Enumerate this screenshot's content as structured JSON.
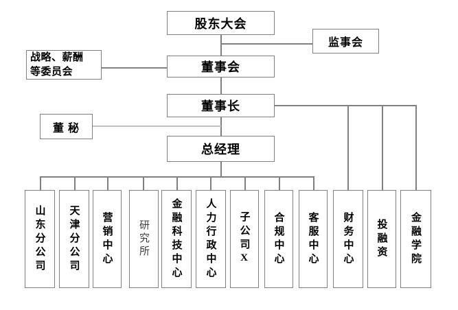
{
  "nodes": {
    "shareholders_meeting": "股东大会",
    "supervisory_board": "监事会",
    "strategy_compensation_committee": "战略、薪酬\n等委员会",
    "board_of_directors": "董事会",
    "chairman": "董事长",
    "board_secretary": "董 秘",
    "general_manager": "总经理"
  },
  "departments": [
    "山东分公司",
    "天津分公司",
    "营销中心",
    "研究所",
    "金融科技中心",
    "人力行政中心",
    "子公司X",
    "合规中心",
    "客服中心",
    "财务中心",
    "投融资",
    "金融学院"
  ],
  "colors": {
    "background": "#ffffff",
    "box_border": "#7f7f7f",
    "connector_line": "#808080",
    "secretary_connector_line": "#bfbfbf",
    "label_text": "#000000",
    "research_institute_text": "#3d3d3d"
  }
}
